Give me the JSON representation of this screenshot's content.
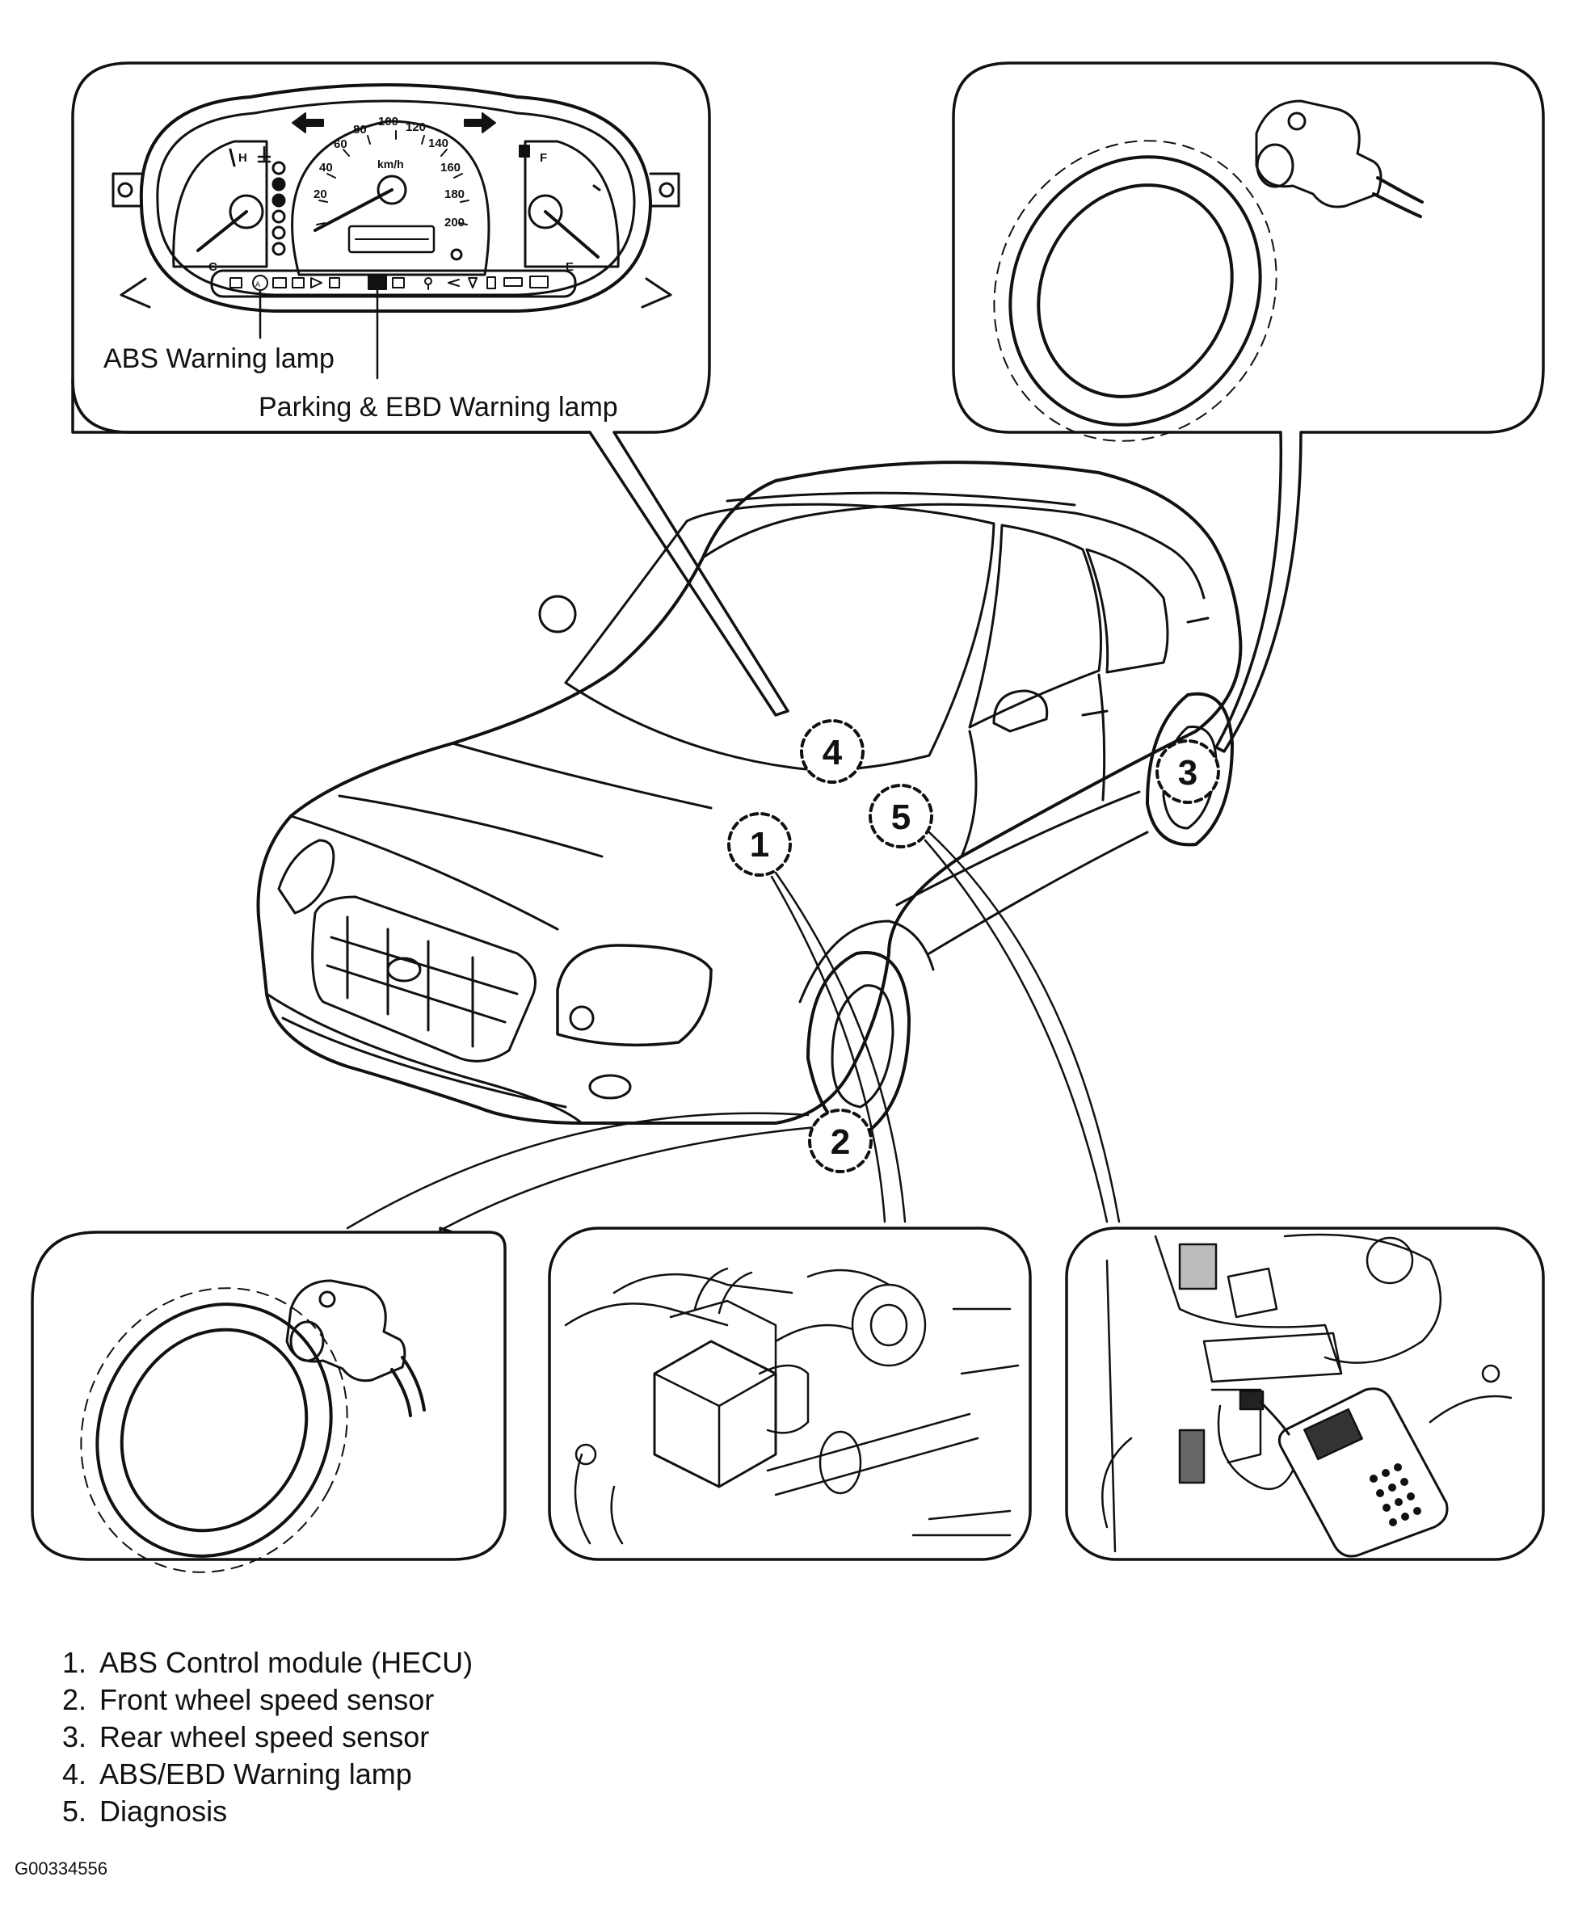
{
  "callouts": {
    "abs_warning_lamp": "ABS Warning lamp",
    "parking_ebd_warning_lamp": "Parking & EBD Warning lamp"
  },
  "gauge": {
    "speed_ticks": [
      "20",
      "40",
      "60",
      "80",
      "100",
      "120",
      "140",
      "160",
      "180",
      "200"
    ],
    "unit": "km/h",
    "temp_hot": "H",
    "temp_cold": "C",
    "fuel_full": "F",
    "fuel_empty": "E"
  },
  "markers": [
    "1",
    "2",
    "3",
    "4",
    "5"
  ],
  "legend": [
    {
      "num": "1.",
      "text": "ABS Control module (HECU)"
    },
    {
      "num": "2.",
      "text": "Front wheel speed sensor"
    },
    {
      "num": "3.",
      "text": "Rear wheel speed sensor"
    },
    {
      "num": "4.",
      "text": "ABS/EBD Warning lamp"
    },
    {
      "num": "5.",
      "text": "Diagnosis"
    }
  ],
  "figure_id": "G00334556"
}
